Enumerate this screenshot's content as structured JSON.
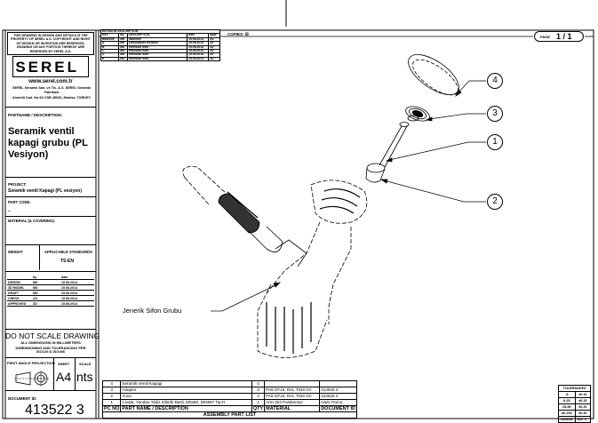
{
  "notice": "THIS DRAWING IN DESIGN AND DETAILS IS THE PROPERTY OF SEREL A.S. COPYRIGHT AND RIGHT OF DESIGN OR INVENTION ARE RESERVED. DRAWING OR ANY PORTION THEREOF ARE RESERVED BY SEREL A.S.",
  "brand": {
    "logo": "SEREL",
    "website": "www.serel.com.tr",
    "company": "SEREL Seramik San. ve Tic. A.S. SEREL Seramik Fabrikasi",
    "address": "Ahmetli Cad. No:54 CSB 45030, Manisa, TURKEY"
  },
  "partname": {
    "label": "PARTNAME / DESCRIPTION:",
    "value": "Seramik ventil kapagi grubu (PL Vesiyon)"
  },
  "project": {
    "label": "PROJECT:",
    "value": "Seramik ventil Kapagi (PL vesiyon)"
  },
  "part_code": {
    "label": "PART CODE:",
    "value": "–"
  },
  "material": {
    "label": "MATERIAL (& COVERING):",
    "value": ""
  },
  "weight": {
    "label": "WEIGHT"
  },
  "standards": {
    "label": "APPLICABLE STANDARDS",
    "value": "TS-EN"
  },
  "signatures": {
    "headers": [
      "",
      "by",
      "date"
    ],
    "rows": [
      [
        "DESIGN",
        "MK",
        "15.08.2014"
      ],
      [
        "3D MODEL",
        "MD",
        "15.08.2014"
      ],
      [
        "DRAFT",
        "MD",
        "15.08.2014"
      ],
      [
        "CHECK",
        "AS",
        "15.08.2014"
      ],
      [
        "APPROVED",
        "ZD",
        "15.08.2014"
      ]
    ]
  },
  "scale_note": {
    "title": "DO NOT SCALE DRAWING",
    "line1": "ALL DIMENSIONS IN MILLIMETERS",
    "line2": "DIMENSIONING AND TOLERANCING PER ISO129 & ISO406"
  },
  "projection": {
    "label": "FIRST ANGLE PROJECTION"
  },
  "sheet": {
    "label": "SHEET",
    "value": "A4"
  },
  "scale": {
    "label": "SCALE",
    "value": "nts"
  },
  "document": {
    "label": "DOCUMENT ID:",
    "value": "413522 3"
  },
  "revision_table": {
    "title": "REVISION DESCRIPTION",
    "headers": [
      "REV",
      "By",
      "DESCRIPTION",
      "date",
      "Appr"
    ],
    "rows": [
      [
        "Baseline",
        "MK",
        "Baseline",
        "15.08.2014",
        "ZD"
      ],
      [
        "A",
        "MK",
        "Description revision",
        "15.08.2014",
        "ZD"
      ],
      [
        "B",
        "MD",
        "Revision note",
        "15.08.2014",
        "ZD"
      ],
      [
        "C",
        "MD",
        "Revision note",
        "15.08.2014",
        "ZD"
      ],
      [
        "D",
        "MD",
        "Revision note",
        "15.08.2014",
        "ZD"
      ],
      [
        "E",
        "MD",
        "Revision note",
        "15.08.2014",
        "ZD"
      ]
    ]
  },
  "copies_label": "COPIES: ☒",
  "page": {
    "label": "PAGE",
    "value": "1 / 1"
  },
  "callouts": [
    "4",
    "3",
    "1",
    "2"
  ],
  "annotation": "Jenerik Sifon Grubu",
  "parts_list": {
    "title": "ASSEMBLY PART LIST",
    "headers": [
      "PC NO",
      "PART NAME / DESCRIPTION",
      "QTY",
      "MATERIAL",
      "DOCUMENT ID"
    ],
    "rows": [
      [
        "4",
        "Seramik Ventil Kapagi",
        "4",
        "",
        ""
      ],
      [
        "3",
        "Adaptor",
        "3",
        "PA6 GF15, RAL 7040 Gri",
        "413530 2"
      ],
      [
        "2",
        "Yuva",
        "2",
        "PA6 GF15, RAL 7040 Gri",
        "413536 2"
      ],
      [
        "1",
        "Civata, Yandan Yildiz Silindir Basli, M5x60, DIN967 Tip-H",
        "1",
        "AISI 304 Paslanmaz",
        "Hazir Parca"
      ]
    ]
  },
  "tolerances": {
    "title": "TOLERANCES",
    "rows": [
      [
        "-8",
        "±0.10"
      ],
      [
        "8-25",
        "±0.15"
      ],
      [
        "25-80",
        "±0.20"
      ],
      [
        "80-250",
        "±0.30"
      ],
      [
        "ANGLE",
        "±10' 0\""
      ]
    ]
  }
}
